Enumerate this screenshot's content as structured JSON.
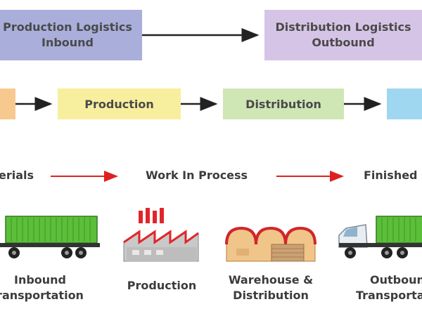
{
  "logistics": {
    "inbound_line1": "Production Logistics",
    "inbound_line2": "Inbound",
    "outbound_line1": "Distribution Logistics",
    "outbound_line2": "Outbound"
  },
  "stages": {
    "production": "Production",
    "distribution": "Distribution"
  },
  "flow": {
    "raw": "erials",
    "wip": "Work In Process",
    "finished": "Finished G"
  },
  "captions": {
    "inbound_1": "Inbound",
    "inbound_2": "ransportation",
    "production": "Production",
    "warehouse_1": "Warehouse &",
    "warehouse_2": "Distribution",
    "outbound_1": "Outboun",
    "outbound_2": "Transportat"
  },
  "icons": [
    "truck-icon",
    "factory-icon",
    "warehouse-icon",
    "truck-icon"
  ],
  "colors": {
    "inbound_box": "#a9aedb",
    "outbound_box": "#d6c4e6",
    "supply_box": "#f8c98e",
    "production_box": "#f7ef9d",
    "distribution_box": "#cfe6b5",
    "customer_box": "#9fd6f0",
    "red_arrow": "#e02020"
  }
}
